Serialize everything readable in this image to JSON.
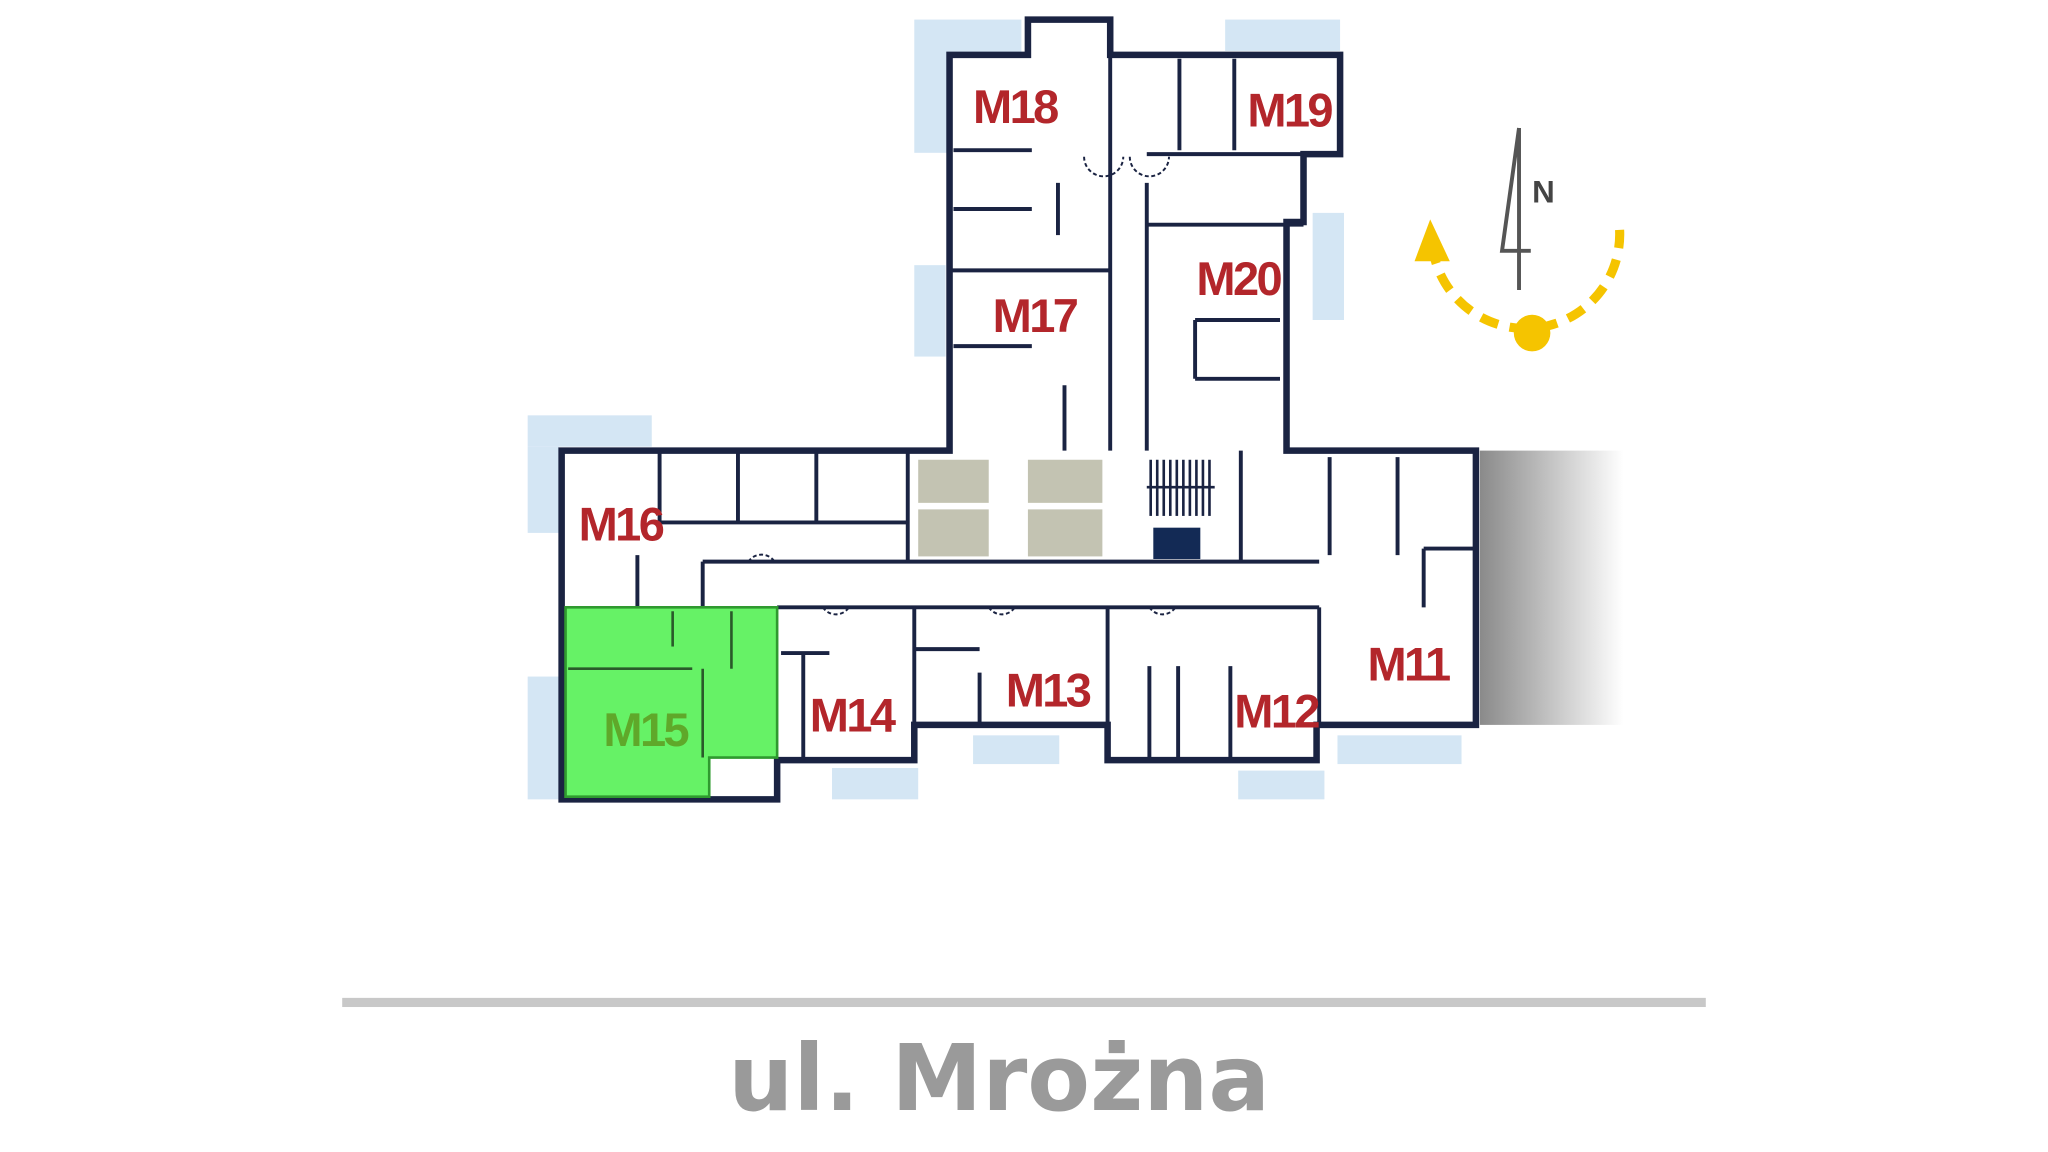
{
  "floor_plan": {
    "apartments": [
      {
        "id": "M11",
        "label": "M11",
        "selected": false
      },
      {
        "id": "M12",
        "label": "M12",
        "selected": false
      },
      {
        "id": "M13",
        "label": "M13",
        "selected": false
      },
      {
        "id": "M14",
        "label": "M14",
        "selected": false
      },
      {
        "id": "M15",
        "label": "M15",
        "selected": true
      },
      {
        "id": "M16",
        "label": "M16",
        "selected": false
      },
      {
        "id": "M17",
        "label": "M17",
        "selected": false
      },
      {
        "id": "M18",
        "label": "M18",
        "selected": false
      },
      {
        "id": "M19",
        "label": "M19",
        "selected": false
      },
      {
        "id": "M20",
        "label": "M20",
        "selected": false
      }
    ],
    "colors": {
      "selected": "#66f266",
      "label": "#b3262b",
      "selected_label": "#5fa82a",
      "wall": "#1a2342",
      "balcony": "#d4e6f4",
      "sun": "#f5c400"
    }
  },
  "compass": {
    "north_label": "N"
  },
  "street": {
    "name": "ul. Mrożna"
  }
}
